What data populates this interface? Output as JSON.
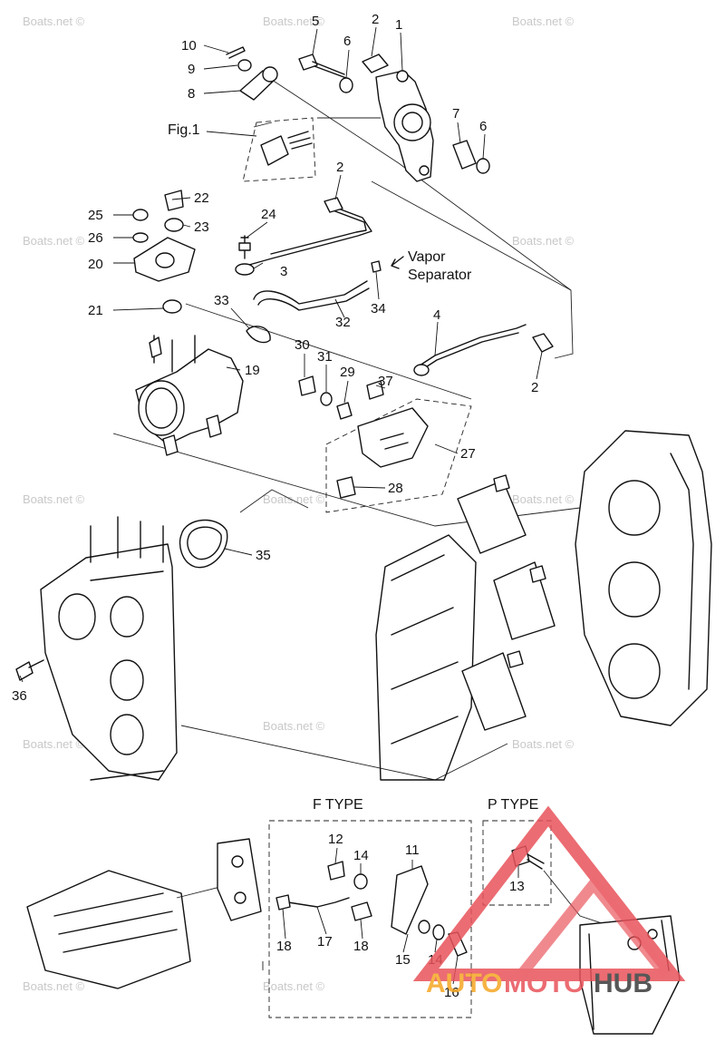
{
  "labels": {
    "fig1": "Fig.1",
    "vapor_line1": "Vapor",
    "vapor_line2": "Separator",
    "f_type": "F TYPE",
    "p_type": "P TYPE"
  },
  "callouts": {
    "n1": "1",
    "n2a": "2",
    "n2b": "2",
    "n2c": "2",
    "n3": "3",
    "n4": "4",
    "n5": "5",
    "n6a": "6",
    "n6b": "6",
    "n7": "7",
    "n8": "8",
    "n9": "9",
    "n10": "10",
    "n11": "11",
    "n12": "12",
    "n13": "13",
    "n14a": "14",
    "n14b": "14",
    "n15": "15",
    "n16": "16",
    "n17": "17",
    "n18a": "18",
    "n18b": "18",
    "n19": "19",
    "n20": "20",
    "n21": "21",
    "n22": "22",
    "n23": "23",
    "n24": "24",
    "n25": "25",
    "n26": "26",
    "n27": "27",
    "n28": "28",
    "n29": "29",
    "n30": "30",
    "n31": "31",
    "n32": "32",
    "n33": "33",
    "n34": "34",
    "n35": "35",
    "n36": "36",
    "n37": "37"
  },
  "watermark": "Boats.net ©",
  "logo": {
    "part1": "AUTO",
    "part2": "MOTO",
    "part3": "HUB",
    "color_orange": "#f5a623",
    "color_red": "#e8535a",
    "color_dark": "#3a3a3a"
  }
}
